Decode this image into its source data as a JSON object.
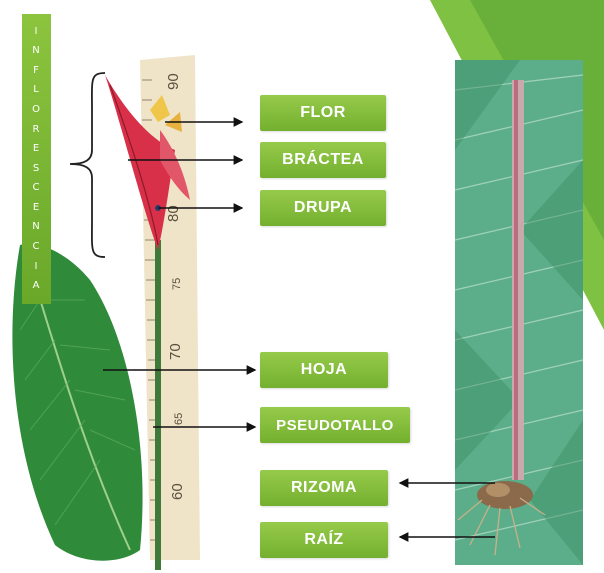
{
  "title_vertical": "INFLORESCENCIA",
  "labels": {
    "flor": "FLOR",
    "bractea": "BRÁCTEA",
    "drupa": "DRUPA",
    "hoja": "HOJA",
    "pseudotallo": "PSEUDOTALLO",
    "rizoma": "RIZOMA",
    "raiz": "RAÍZ"
  },
  "ruler": {
    "marks": [
      "90",
      "80",
      "75",
      "70",
      "65",
      "60"
    ]
  },
  "colors": {
    "label_green": "#7ab433",
    "leaf_green": "#2f8a3a",
    "bract_red": "#d9304a",
    "ruler_cream": "#efe4c8",
    "background_leaf": "#4ea97a"
  }
}
